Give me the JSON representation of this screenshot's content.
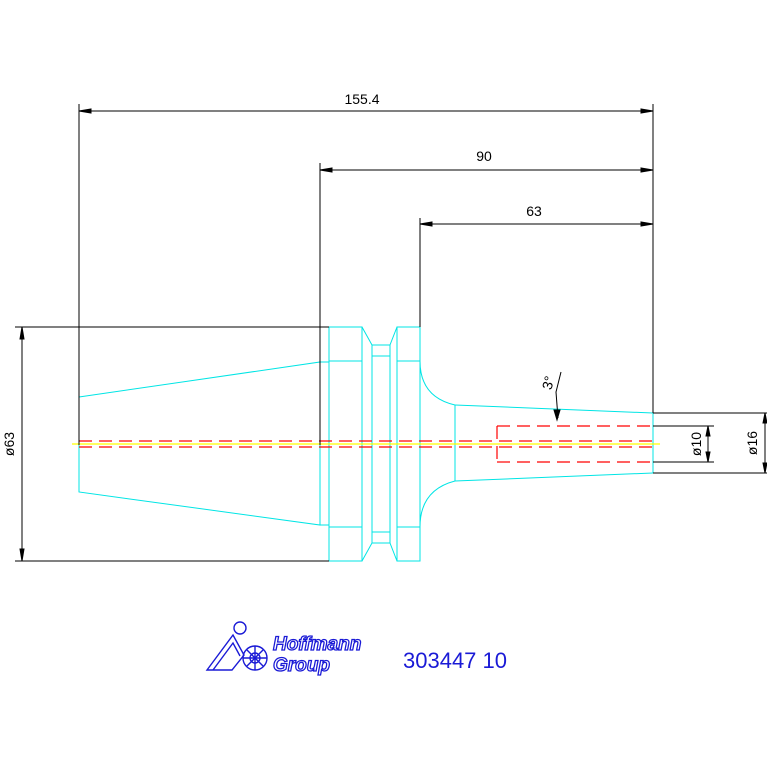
{
  "drawing": {
    "dimensions": {
      "overall_length": "155.4",
      "length_90": "90",
      "length_63": "63",
      "taper_angle": "3°",
      "diameter_large": "ø63",
      "diameter_bore": "ø10",
      "diameter_tip": "ø16"
    },
    "logo": {
      "line1": "Hoffmann",
      "line2": "Group"
    },
    "part_number": "303447 10",
    "colors": {
      "dimension": "#000000",
      "body_outline": "#00e5e5",
      "hidden_bore": "#ff0000",
      "center_line": "#ffff00",
      "logo": "#1a1ad6"
    }
  }
}
